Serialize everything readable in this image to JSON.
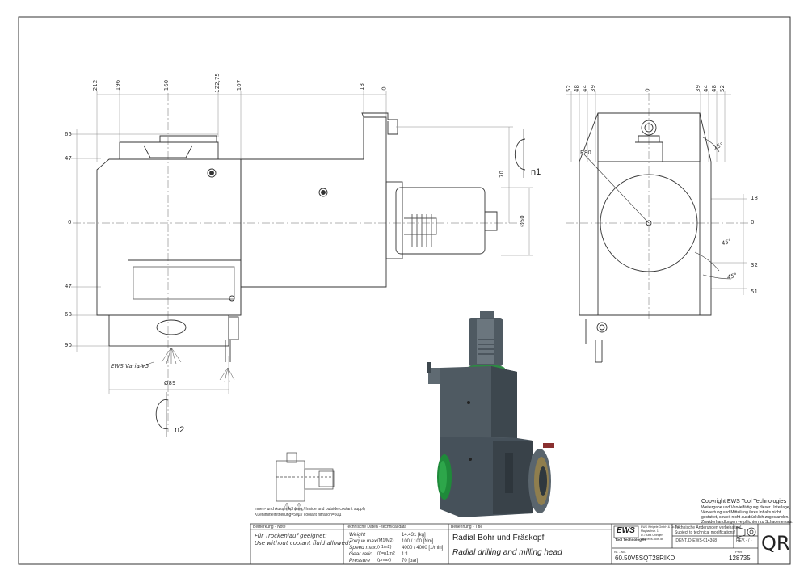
{
  "drawing": {
    "top_dims_left": [
      "212",
      "196",
      "160",
      "122,75",
      "107",
      "18",
      "0"
    ],
    "left_dims": [
      "65",
      "47",
      "0",
      "47",
      "68",
      "90"
    ],
    "right_dims_view": [
      "18",
      "0",
      "32",
      "51"
    ],
    "top_dims_right": [
      "52",
      "48",
      "44",
      "39",
      "0",
      "39",
      "44",
      "48",
      "52"
    ],
    "radius_label": "R80",
    "angle_15": "15°",
    "angle_45a": "45°",
    "angle_45b": "45°",
    "dim_70": "70",
    "dim_d50": "Ø50",
    "dim_d89": "Ø89",
    "n1": "n1",
    "n2": "n2",
    "coolant_label": "EWS Varia V5",
    "coolant_caption_1": "Innen- und Aussenkühlung / Inside and outside coolant supply",
    "coolant_caption_2": "Kuehlmittelfiltrierung=50µ / coolant filtration=50µ"
  },
  "copyright": {
    "title": "Copyright EWS Tool Technologies",
    "lines": [
      "Weitergabe und Vervielfältigung dieser Unterlage,",
      "Verwertung und Mitteilung ihres Inhalts nicht",
      "gestattet, soweit nicht ausdrücklich zugestanden.",
      "Zuwiderhandlungen verpflichten zu Schadenersatz."
    ]
  },
  "title_block": {
    "remarks_header": "Bemerkung - Note",
    "remark_1": "Für Trockenlauf geeignet!",
    "remark_2": "Use without coolant fluid allowed!",
    "tech_header": "Technische Daten - technical data",
    "tech_rows": [
      {
        "label": "Weight",
        "unit": "",
        "value": "14.431 [kg]"
      },
      {
        "label": "Torque max.",
        "unit": "(M1/M2)",
        "value": "100 / 100 [Nm]"
      },
      {
        "label": "Speed max.",
        "unit": "(n1/n2)",
        "value": "4000 / 4000 [1/min]"
      },
      {
        "label": "Gear ratio",
        "unit": "(i)=n1:n2",
        "value": "1:1"
      },
      {
        "label": "Pressure",
        "unit": "(pmax)",
        "value": "70 [bar]"
      }
    ],
    "name_header": "Benennung - Title",
    "name_de": "Radial Bohr und Fräskopf",
    "name_en": "Radial drilling and milling head",
    "logo": "EWS",
    "logo_sub": "Tool Technologies",
    "company_lines": [
      "EWS Weigele GmbH & Co. KG",
      "Maybachstr. 1",
      "D-73084 Uhingen",
      "www.ews-tools.de"
    ],
    "changes_1": "Technische Änderungen vorbehalten!",
    "changes_2": "Subject to technical modifications!",
    "ident_label": "IDENT.",
    "ident_value": "D-EWS-014368",
    "rev_label": "REV.",
    "rev_value": "- / -",
    "part_no_label": "Nr. - No.",
    "part_no": "60.50V5SQT28RIKD",
    "code_label": "PNR",
    "code": "128735",
    "qr": "QR"
  }
}
